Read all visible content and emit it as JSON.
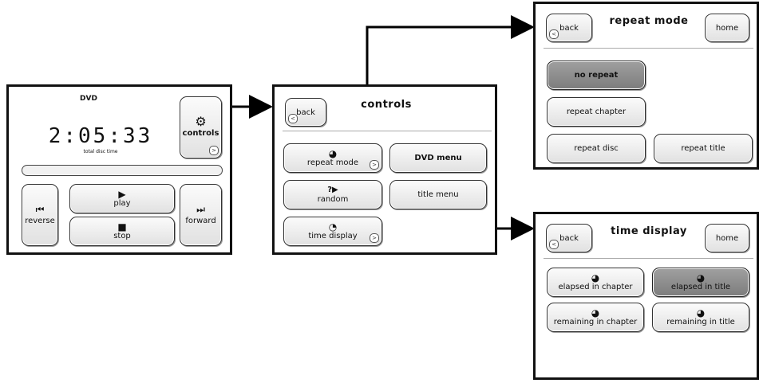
{
  "main_screen": {
    "source_label": "DVD",
    "time": "2:05:33",
    "time_caption": "total disc time",
    "controls_label": "controls",
    "play_label": "play",
    "stop_label": "stop",
    "reverse_label": "reverse",
    "forward_label": "forward"
  },
  "controls_screen": {
    "title": "controls",
    "back_label": "back",
    "repeat_mode_label": "repeat mode",
    "random_label": "random",
    "time_display_label": "time display",
    "dvd_menu_label": "DVD menu",
    "title_menu_label": "title menu"
  },
  "repeat_screen": {
    "title": "repeat mode",
    "back_label": "back",
    "home_label": "home",
    "options": [
      "no repeat",
      "repeat chapter",
      "repeat disc",
      "repeat title"
    ],
    "selected": "no repeat"
  },
  "time_screen": {
    "title": "time display",
    "back_label": "back",
    "home_label": "home",
    "options": [
      "elapsed in chapter",
      "elapsed in title",
      "remaining in chapter",
      "remaining in title"
    ],
    "selected": "elapsed in title"
  },
  "icons": {
    "gear": "gear-icon",
    "play": "play-icon",
    "stop": "stop-icon",
    "reverse": "skip-back-icon",
    "forward": "skip-forward-icon",
    "repeat": "repeat-icon",
    "random": "shuffle-icon",
    "clock": "clock-icon"
  }
}
